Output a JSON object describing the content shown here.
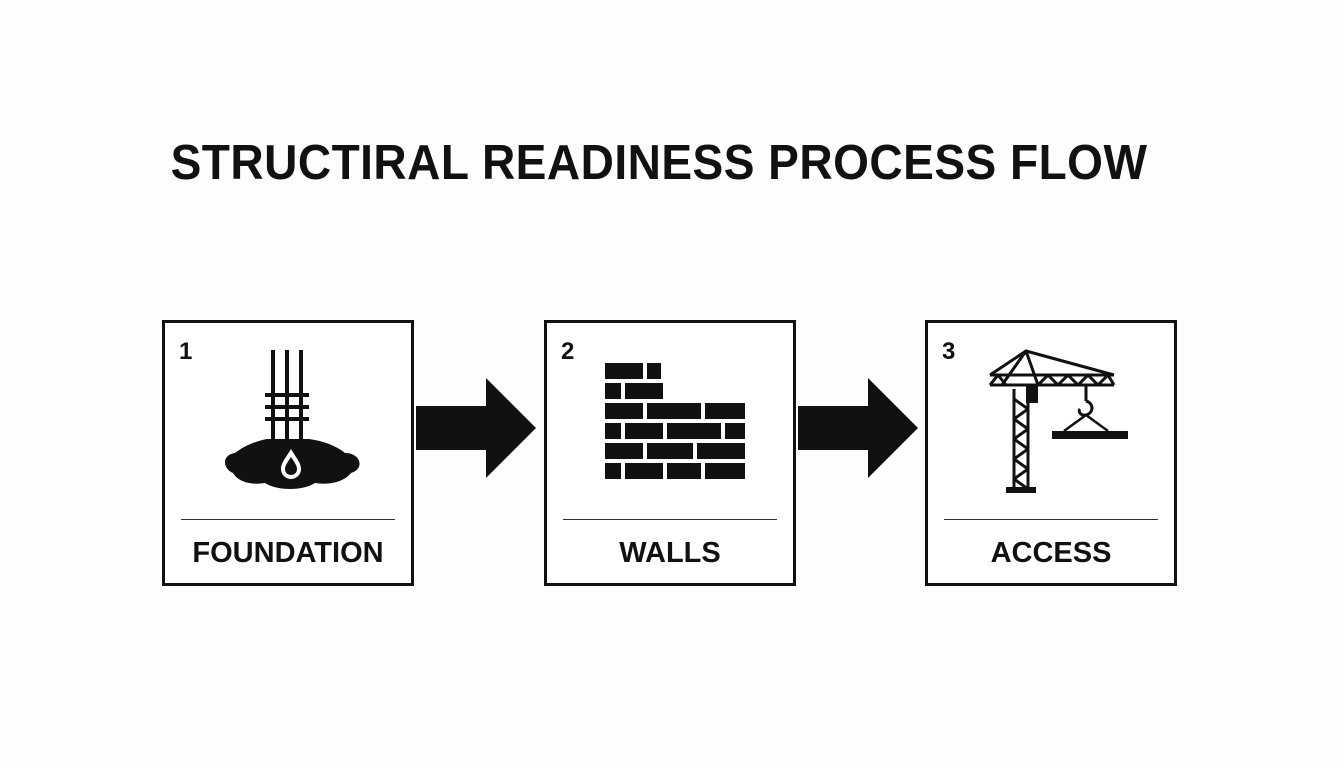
{
  "title": "STRUCTIRAL READINESS PROCESS FLOW",
  "steps": [
    {
      "number": "1",
      "label": "FOUNDATION",
      "icon": "foundation-rebar-icon"
    },
    {
      "number": "2",
      "label": "WALLS",
      "icon": "brick-wall-icon"
    },
    {
      "number": "3",
      "label": "ACCESS",
      "icon": "tower-crane-icon"
    }
  ],
  "colors": {
    "ink": "#111111",
    "background": "#fdfdfd"
  }
}
